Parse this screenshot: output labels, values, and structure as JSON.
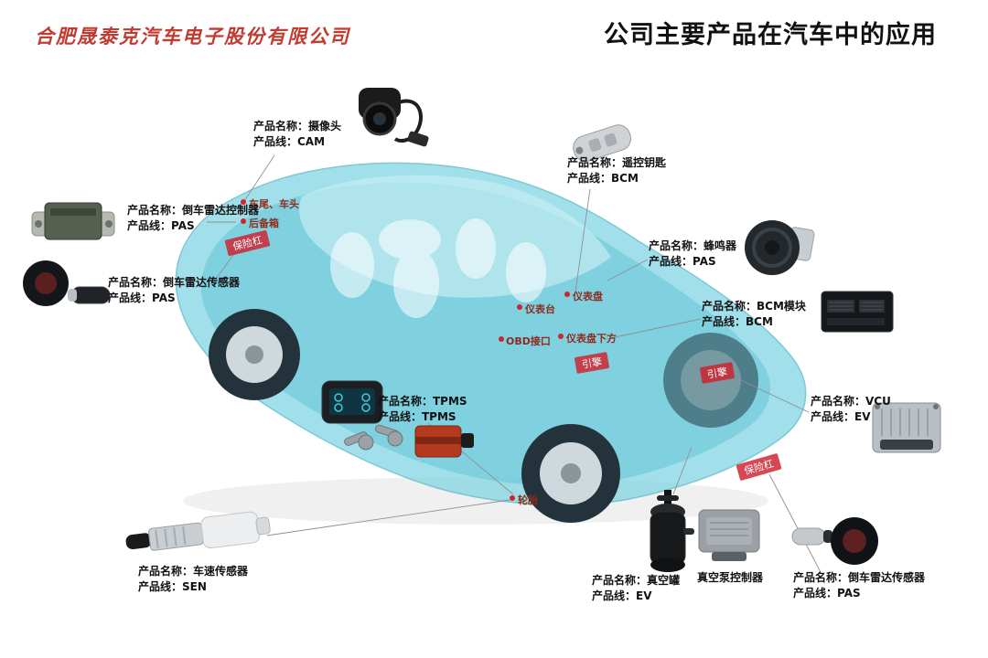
{
  "header": {
    "company": "合肥晟泰克汽车电子股份有限公司",
    "title": "公司主要产品在汽车中的应用"
  },
  "callouts": {
    "camera": {
      "name": "产品名称：摄像头",
      "line": "产品线：CAM"
    },
    "pas_controller": {
      "name": "产品名称：倒车雷达控制器",
      "line": "产品线：PAS"
    },
    "pas_sensor_left": {
      "name": "产品名称：倒车雷达传感器",
      "line": "产品线：PAS"
    },
    "remote_key": {
      "name": "产品名称：遥控钥匙",
      "line": "产品线：BCM"
    },
    "buzzer": {
      "name": "产品名称：蜂鸣器",
      "line": "产品线：PAS"
    },
    "bcm_module": {
      "name": "产品名称：BCM模块",
      "line": "产品线：BCM"
    },
    "vcu": {
      "name": "产品名称：VCU",
      "line": "产品线：EV"
    },
    "tpms": {
      "name": "产品名称：TPMS",
      "line": "产品线：TPMS"
    },
    "speed_sensor": {
      "name": "产品名称：车速传感器",
      "line": "产品线：SEN"
    },
    "vacuum_tank": {
      "name": "产品名称：真空罐",
      "line": "产品线：EV"
    },
    "vacuum_pump_controller": {
      "label": "真空泵控制器"
    },
    "pas_sensor_right": {
      "name": "产品名称：倒车雷达传感器",
      "line": "产品线：PAS"
    }
  },
  "car_labels": {
    "rear_front": "车尾、车头",
    "trunk": "后备箱",
    "bumper_rear": "保险杠",
    "dashboard": "仪表台",
    "instrument_panel": "仪表盘",
    "obd_port": "OBD接口",
    "below_panel": "仪表盘下方",
    "engine_1": "引擎",
    "engine_2": "引擎",
    "bumper_front": "保险杠",
    "tire": "轮胎"
  },
  "colors": {
    "car_body": "#7ed3e2",
    "accent_red": "#ce202c",
    "label_red": "#8e2b1e"
  }
}
